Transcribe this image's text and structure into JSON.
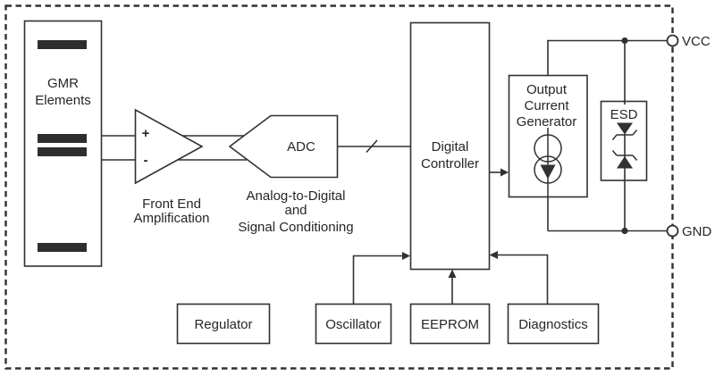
{
  "colors": {
    "line": "#313131",
    "fill_dark": "#2e2e2e",
    "text": "#262626",
    "background": "#ffffff"
  },
  "blocks": {
    "gmr": {
      "line1": "GMR",
      "line2": "Elements"
    },
    "front_end_amp": {
      "plus": "+",
      "minus": "-",
      "caption1": "Front End",
      "caption2": "Amplification"
    },
    "adc": {
      "label": "ADC",
      "caption1": "Analog-to-Digital",
      "caption2": "and",
      "caption3": "Signal Conditioning"
    },
    "digital_controller": {
      "line1": "Digital",
      "line2": "Controller"
    },
    "output_current_generator": {
      "line1": "Output",
      "line2": "Current",
      "line3": "Generator"
    },
    "esd": {
      "label": "ESD"
    },
    "regulator": {
      "label": "Regulator"
    },
    "oscillator": {
      "label": "Oscillator"
    },
    "eeprom": {
      "label": "EEPROM"
    },
    "diagnostics": {
      "label": "Diagnostics"
    }
  },
  "pins": {
    "vcc": "VCC",
    "gnd": "GND"
  }
}
